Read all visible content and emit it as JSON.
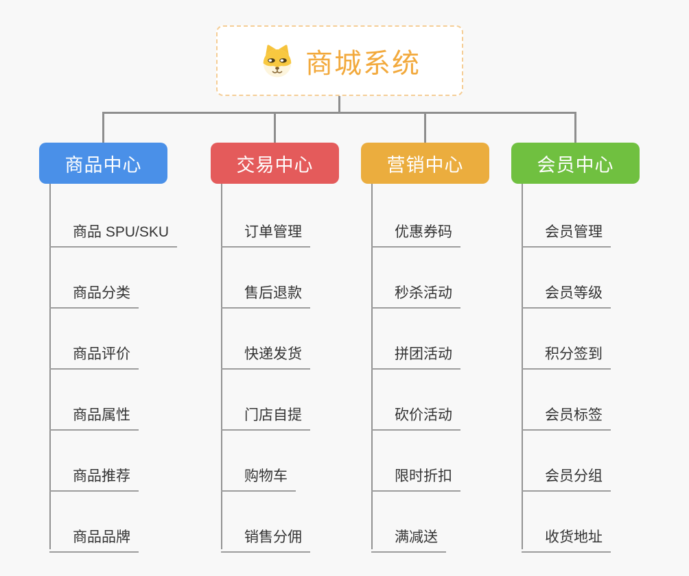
{
  "root": {
    "title": "商城系统",
    "icon": "doge-icon",
    "title_color": "#f2a93c",
    "border_color": "#f5cd95"
  },
  "connector_color": "#8e8e8e",
  "branches": [
    {
      "label": "商品中心",
      "color": "#4a90e8",
      "items": [
        "商品 SPU/SKU",
        "商品分类",
        "商品评价",
        "商品属性",
        "商品推荐",
        "商品品牌"
      ]
    },
    {
      "label": "交易中心",
      "color": "#e45b5b",
      "items": [
        "订单管理",
        "售后退款",
        "快递发货",
        "门店自提",
        "购物车",
        "销售分佣"
      ]
    },
    {
      "label": "营销中心",
      "color": "#ebad3e",
      "items": [
        "优惠券码",
        "秒杀活动",
        "拼团活动",
        "砍价活动",
        "限时折扣",
        "满减送"
      ]
    },
    {
      "label": "会员中心",
      "color": "#70c040",
      "items": [
        "会员管理",
        "会员等级",
        "积分签到",
        "会员标签",
        "会员分组",
        "收货地址"
      ]
    }
  ]
}
